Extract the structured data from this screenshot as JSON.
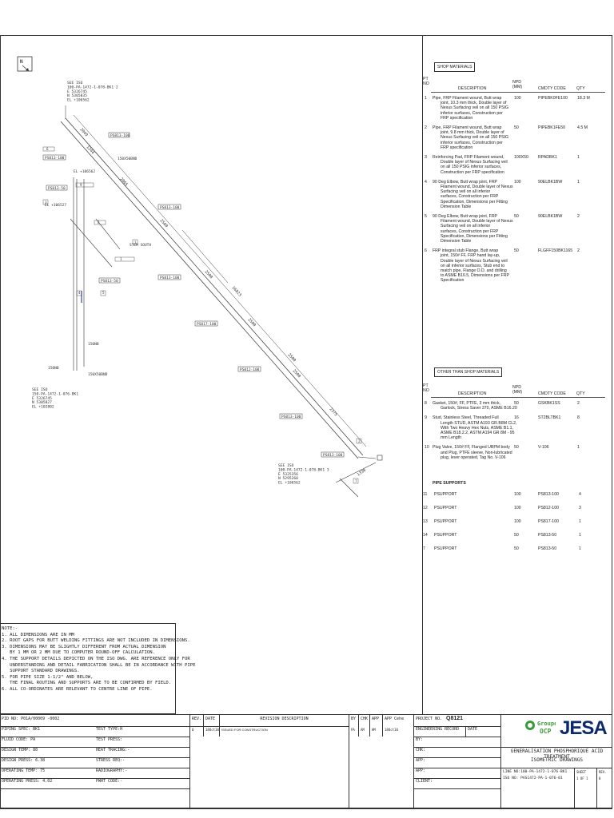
{
  "drawing": {
    "north_label": "N",
    "see_top": [
      "SEE ISO",
      "100-PA-1472-1-078-BK1  2",
      "E 5326745",
      "N 5305835",
      "EL +106562"
    ],
    "see_left": [
      "SEE ISO",
      "150-PA-1472-1-076-BK1",
      "E 5326745",
      "N 5305827",
      "EL +102802"
    ],
    "see_bottom": [
      "SEE ISO",
      "100-PA-1472-1-078-BK1  3",
      "E 5325356",
      "N 5295268",
      "EL +106562"
    ],
    "support_tags": [
      "PS813-100",
      "PS813-100",
      "PS813-50",
      "PS813-100",
      "PS813-50",
      "PS813-100",
      "PS817-100",
      "PS812-100",
      "PS813-100",
      "PS813-100"
    ],
    "dimensions": [
      "2049",
      "1244",
      "2065",
      "2560",
      "2500",
      "2500",
      "16823",
      "2500",
      "2500",
      "2375",
      "1330"
    ],
    "misc_labels": [
      "EL +106562",
      "EL +106527",
      "150X50BND",
      "150NB",
      "150NB",
      "150X50BND",
      "STEM SOUTH",
      "4",
      "5",
      "3",
      "1",
      "2",
      "7",
      "6",
      "9",
      "8",
      "1"
    ]
  },
  "shop_materials": {
    "title": "SHOP MATERIALS",
    "headers": [
      "PT NO",
      "DESCRIPTION",
      "NPD (MM)",
      "CMDTY CODE",
      "QTY"
    ],
    "rows": [
      {
        "pt": "1",
        "desc": [
          "Pipe, FRP Filament wound, Butt wrap",
          "joint, 10.3 mm thick, Double layer of",
          "Nexus Surfacing veil on all 150 PSIG",
          "inferior surfaces, Construction per",
          "FRP specification"
        ],
        "npd": "100",
        "code": "PIPEBK0FE100",
        "qty": "18.3 M"
      },
      {
        "pt": "2",
        "desc": [
          "Pipe, FRP Filament wound, Butt wrap",
          "joint, 9.8 mm thick, Double layer of",
          "Nexus Surfacing veil on all 150 PSIG",
          "inferior surfaces, Construction per",
          "FRP specification"
        ],
        "npd": "50",
        "code": "PIPEBK1FE50",
        "qty": "4.5 M"
      },
      {
        "pt": "3",
        "desc": [
          "Reinforcing Pad, FRP Filament wound,",
          "Double layer of Nexus Surfacing veil",
          "on all 150 PSIG inferior surfaces,",
          "Construction per FRP specification"
        ],
        "npd": "100X50",
        "code": "RPADBK1",
        "qty": "1"
      },
      {
        "pt": "4",
        "desc": [
          "90 Deg Elbow, Butt wrap joint, FRP",
          "Filament wound, Double layer of Nexus",
          "Surfacing veil on all inferior",
          "surfaces, Construction per FRP",
          "Specification, Dimensions per Fitting",
          "Dimension Table"
        ],
        "npd": "100",
        "code": "90ELBK1BW",
        "qty": "1"
      },
      {
        "pt": "5",
        "desc": [
          "90 Deg Elbow, Butt wrap joint, FRP",
          "Filament wound, Double layer of Nexus",
          "Surfacing veil on all inferior",
          "surfaces, Construction per FRP",
          "Specification, Dimensions per Fitting",
          "Dimension Table"
        ],
        "npd": "50",
        "code": "90ELBK1BW",
        "qty": "2"
      },
      {
        "pt": "6",
        "desc": [
          "FRP integral stub Flange, Butt wrap",
          "joint, 150# FF, FRP hand lay-up,",
          "Double layer of Nexus Surfacing veil",
          "on all inferior surfaces, Stub end to",
          "match pipe, Flange O.D. and drilling",
          "to ASME B16.5, Dimensions per FRP",
          "Specification"
        ],
        "npd": "50",
        "code": "FLGFF150BK1165",
        "qty": "2"
      }
    ]
  },
  "other_materials": {
    "title": "OTHER THAN SHOP MATERIALS",
    "headers": [
      "PT NO",
      "DESCRIPTION",
      "NPD (MM)",
      "CMDTY CODE",
      "QTY"
    ],
    "rows": [
      {
        "pt": "8",
        "desc": [
          "Gasket, 150#, FF, PTFE, 3 mm thick,",
          "Garlock, Stress Saver 370, ASME B16.20"
        ],
        "npd": "50",
        "code": "GSKBK1SS",
        "qty": "2"
      },
      {
        "pt": "9",
        "desc": [
          "Stud, Stainless Steel, Threaded Full",
          "Length STUD, ASTM A193 GR.B8M CL2,",
          "With Two Heavy Hex Nuts, ASME B1.1,",
          "ASME B18.2.2, ASTM A194 GR 8M - 95",
          "mm Length"
        ],
        "npd": "16",
        "code": "ST2BLTBK1",
        "qty": "8"
      },
      {
        "pt": "10",
        "desc": [
          "Plug Valve, 150# FF, Flanged UBPM body",
          "and Plug, PTFE sleeve, Non-lubricated",
          "plug, lever operated, Tag No. V-106"
        ],
        "npd": "50",
        "code": "V-106",
        "qty": "1"
      }
    ],
    "supports_title": "PIPE SUPPORTS",
    "supports": [
      {
        "pt": "11",
        "desc": "PSUPPORT",
        "npd": "100",
        "code": "PS813-100",
        "qty": "4"
      },
      {
        "pt": "12",
        "desc": "PSUPPORT",
        "npd": "100",
        "code": "PS812-100",
        "qty": "3"
      },
      {
        "pt": "13",
        "desc": "PSUPPORT",
        "npd": "100",
        "code": "PS817-100",
        "qty": "1"
      },
      {
        "pt": "14",
        "desc": "PSUPPORT",
        "npd": "50",
        "code": "PS813-50",
        "qty": "1"
      },
      {
        "pt": "7",
        "desc": "PSUPPORT",
        "npd": "50",
        "code": "PS813-50",
        "qty": "1"
      }
    ]
  },
  "notes": [
    "NOTE:-",
    "1. ALL DIMENSIONS ARE IN MM",
    "2. ROOT GAPS FOR BUTT WELDING FITTINGS ARE NOT INCLUDED IN DIMENSIONS.",
    "3. DIMENSIONS MAY BE SLIGHTLY DIFFERENT FROM ACTUAL DIMENSION",
    "   BY 1 MM OR 2 MM DUE TO COMPUTER ROUND-OFF CALCULATION.",
    "4. THE SUPPORT DETAILS DEPICTED ON THE ISO DWG. ARE REFERENCE ONLY FOR",
    "   UNDERSTANDING AND DETAIL FABRICATION SHALL BE IN ACCORDANCE WITH PIPE",
    "   SUPPORT STANDARD DRAWINGS.",
    "5. FOR PIPE SIZE 1-1/2\" AND BELOW,",
    "   THE FINAL ROUTING AND SUPPORTS ARE TO BE CONFIRMED BY FIELD.",
    "6. ALL CO-ORDINATES ARE RELEVANT TO CENTRE LINE OF PIPE."
  ],
  "title_block": {
    "left": [
      {
        "a": "PID NO: P01A/00009 -0002",
        "b": ""
      },
      {
        "a": "PIPING SPEC: BK1",
        "b": "TEST TYPE:H"
      },
      {
        "a": "FLUID CODE: PA",
        "b": "TEST PRESS:"
      },
      {
        "a": "DESIGN TEMP: 80",
        "b": "HEAT TRACING:-"
      },
      {
        "a": "DESIGN PRESS: 6.38",
        "b": "STRESS REQ:-"
      },
      {
        "a": "OPERATING TEMP: 75",
        "b": "RADIOGRAPHY:-"
      },
      {
        "a": "OPERATING PRESS: 4.02",
        "b": "PWHT CODE:-"
      }
    ],
    "rev_headers": [
      "REV.",
      "DATE",
      "REVISION DESCRIPTION",
      "BY",
      "CHK",
      "APP",
      "APP Cehe"
    ],
    "rev_row": [
      "0",
      "18Oct10",
      "ISSUED FOR CONSTRUCTION",
      "PA",
      "AM",
      "HM",
      "18Oct10"
    ],
    "project_no_label": "PROJECT NO.",
    "project_no": "Q8121",
    "eng_record": "ENGINEERING RECORD",
    "date_label": "DATE",
    "by": "BY:",
    "chk": "CHK:",
    "app": "APP:",
    "app2": "APP:",
    "client": "CLIENT:",
    "logo_groupe": "Groupe",
    "logo_ocp": "OCP",
    "logo_jesa": "JESA",
    "title1": "GENERALISATION PHOSPHORIQUE ACID TREATMENT",
    "title2": "ISOMETRIC DRAWINGS",
    "line_no": "LINE NO:100-PA-1472-1-076-BK1",
    "iso_no": "ISO NO: PAS1472-PA-1-076-01",
    "sheet_label": "SHEET",
    "sheet": "1  OF 1",
    "rev_label": "REV.",
    "rev": "0"
  }
}
